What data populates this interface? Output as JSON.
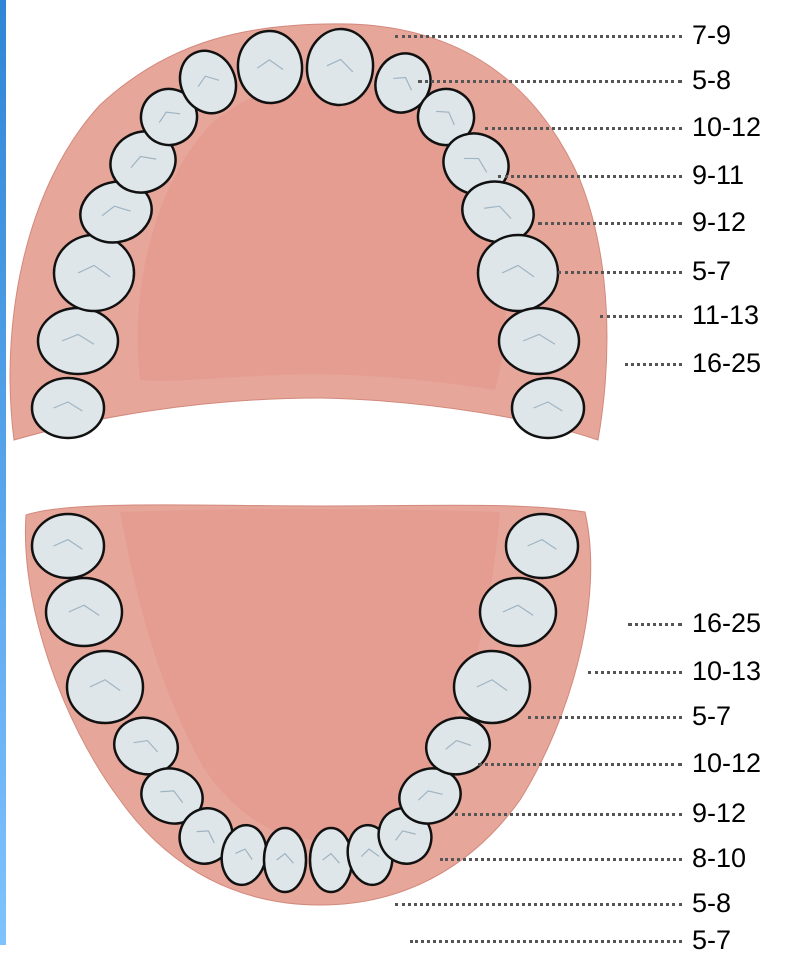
{
  "colors": {
    "gum": "#e6a69a",
    "gum_outline": "#d3897c",
    "palate": "#e59a8e",
    "tooth": "#dfe6ea",
    "tooth_outline": "#111111",
    "accent_edge": "#2f86d6"
  },
  "upper_jaw": {
    "labels": [
      "7-9",
      "5-8",
      "10-12",
      "9-11",
      "9-12",
      "5-7",
      "11-13",
      "16-25"
    ]
  },
  "lower_jaw": {
    "labels": [
      "16-25",
      "10-13",
      "5-7",
      "10-12",
      "9-12",
      "8-10",
      "5-8",
      "5-7"
    ]
  }
}
